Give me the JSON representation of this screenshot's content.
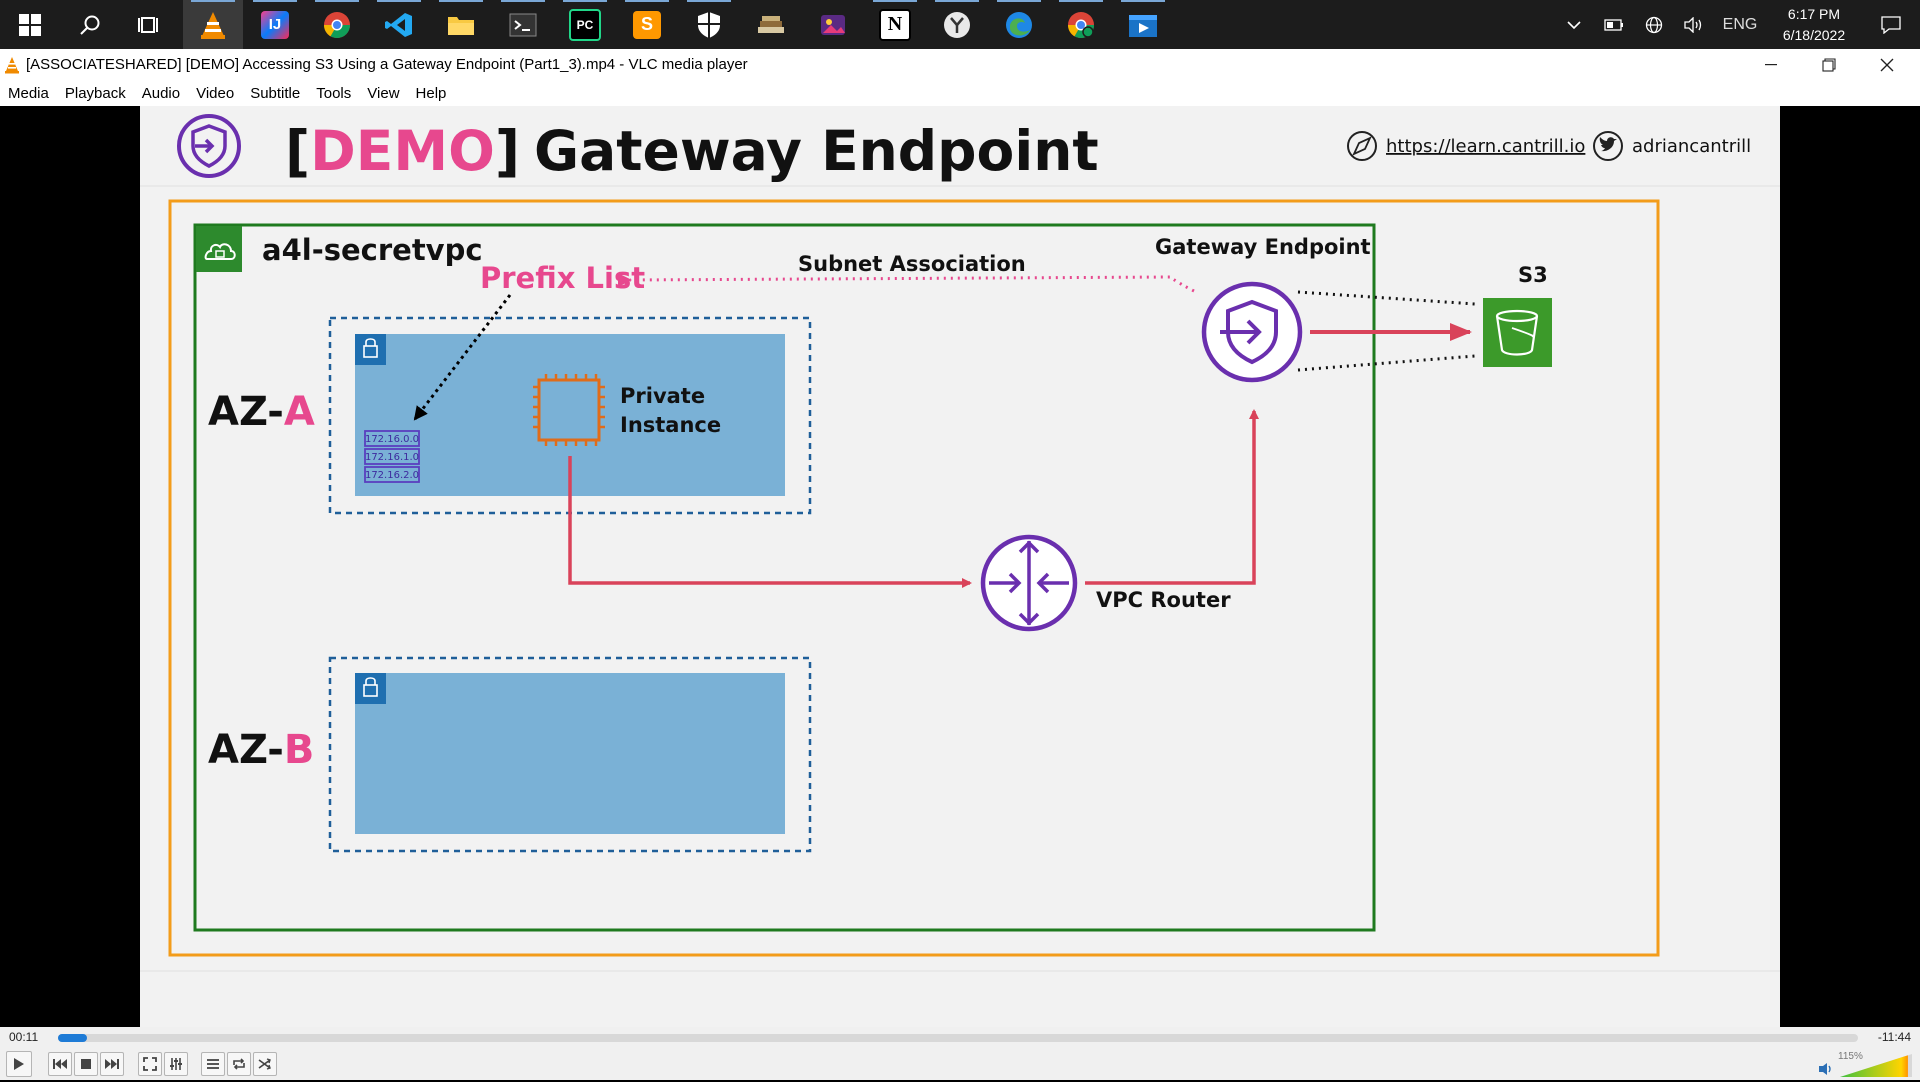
{
  "taskbar": {
    "apps": [
      {
        "name": "vlc"
      },
      {
        "name": "intellij"
      },
      {
        "name": "chrome"
      },
      {
        "name": "vscode"
      },
      {
        "name": "file-explorer"
      },
      {
        "name": "terminal"
      },
      {
        "name": "pycharm"
      },
      {
        "name": "sublime"
      },
      {
        "name": "security"
      },
      {
        "name": "app-10"
      },
      {
        "name": "app-11"
      },
      {
        "name": "notion"
      },
      {
        "name": "clock-app"
      },
      {
        "name": "edge"
      },
      {
        "name": "chrome-profile"
      },
      {
        "name": "media-app"
      }
    ],
    "tray": {
      "language": "ENG",
      "time": "6:17 PM",
      "date": "6/18/2022"
    }
  },
  "window": {
    "title": "[ASSOCIATESHARED] [DEMO] Accessing S3 Using a Gateway Endpoint (Part1_3).mp4 - VLC media player"
  },
  "menu": [
    "Media",
    "Playback",
    "Audio",
    "Video",
    "Subtitle",
    "Tools",
    "View",
    "Help"
  ],
  "slide": {
    "title_bracket_open": "[",
    "title_demo": "DEMO",
    "title_bracket_close": "]",
    "title_rest": "Gateway Endpoint",
    "link": "https://learn.cantrill.io",
    "handle": "adriancantrill",
    "vpc_name": "a4l-secretvpc",
    "prefix_list": "Prefix List",
    "subnet_association": "Subnet Association",
    "gateway_endpoint": "Gateway Endpoint",
    "s3": "S3",
    "az_a_prefix": "AZ-",
    "az_a_letter": "A",
    "az_b_prefix": "AZ-",
    "az_b_letter": "B",
    "private_instance_line1": "Private",
    "private_instance_line2": "Instance",
    "cidrs": [
      "172.16.0.0",
      "172.16.1.0",
      "172.16.2.0"
    ],
    "vpc_router": "VPC Router",
    "colors": {
      "pink": "#e7488e",
      "green": "#1f7a1f",
      "orange": "#f39c1a",
      "purple": "#6a2fae",
      "red": "#d9435a",
      "subnet": "#7ab1d6"
    }
  },
  "player": {
    "elapsed": "00:11",
    "remaining": "-11:44",
    "progress": 0.016,
    "volume": "115%",
    "volume_level": 1.15
  }
}
